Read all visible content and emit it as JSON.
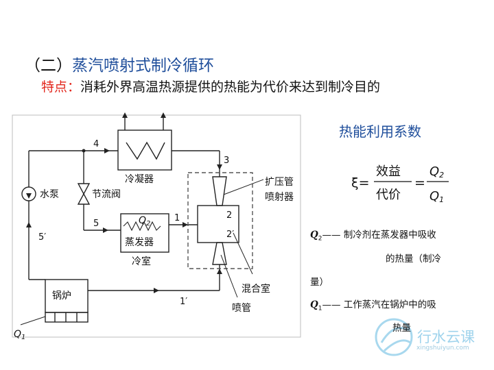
{
  "header": {
    "prefix": "（二）",
    "title": "蒸汽喷射式制冷循环",
    "feature_label": "特点：",
    "feature_text": "消耗外界高温热源提供的热能为代价来达到制冷目的"
  },
  "diagram": {
    "labels": {
      "pump": "水泵",
      "throttle": "节流阀",
      "condenser": "冷凝器",
      "evaporator": "蒸发器",
      "cold_room": "冷室",
      "boiler": "锅炉",
      "diffuser": "扩压管",
      "ejector": "喷射器",
      "mixing": "混合室",
      "nozzle": "喷管"
    },
    "points": {
      "p4": "4",
      "p3": "3",
      "p5": "5",
      "p5p": "5′",
      "p1": "1",
      "p1p": "1′",
      "p2": "2",
      "p2p": "2′"
    },
    "q1": "Q",
    "q1_sub": "1",
    "q2": "Q",
    "q2_sub": "2"
  },
  "formula": {
    "heading": "热能利用系数",
    "xi": "ξ=",
    "numerator": "效益",
    "denominator": "代价",
    "equals": "=",
    "q": "Q",
    "q_num_sub": "2",
    "q_den_sub": "1"
  },
  "legend": {
    "q2_sym": "Q",
    "q2_sub": "2",
    "q2_line1": "—— 制冷剂在蒸发器中吸收",
    "q2_line2": "的热量（制冷",
    "q2_line3": "量）",
    "q1_sym": "Q",
    "q1_sub": "1",
    "q1_line1": "—— 工作蒸汽在锅炉中的吸",
    "q1_line2": "热量"
  },
  "watermark": {
    "text": "行水云课",
    "url": "xingshuiyun.com"
  }
}
